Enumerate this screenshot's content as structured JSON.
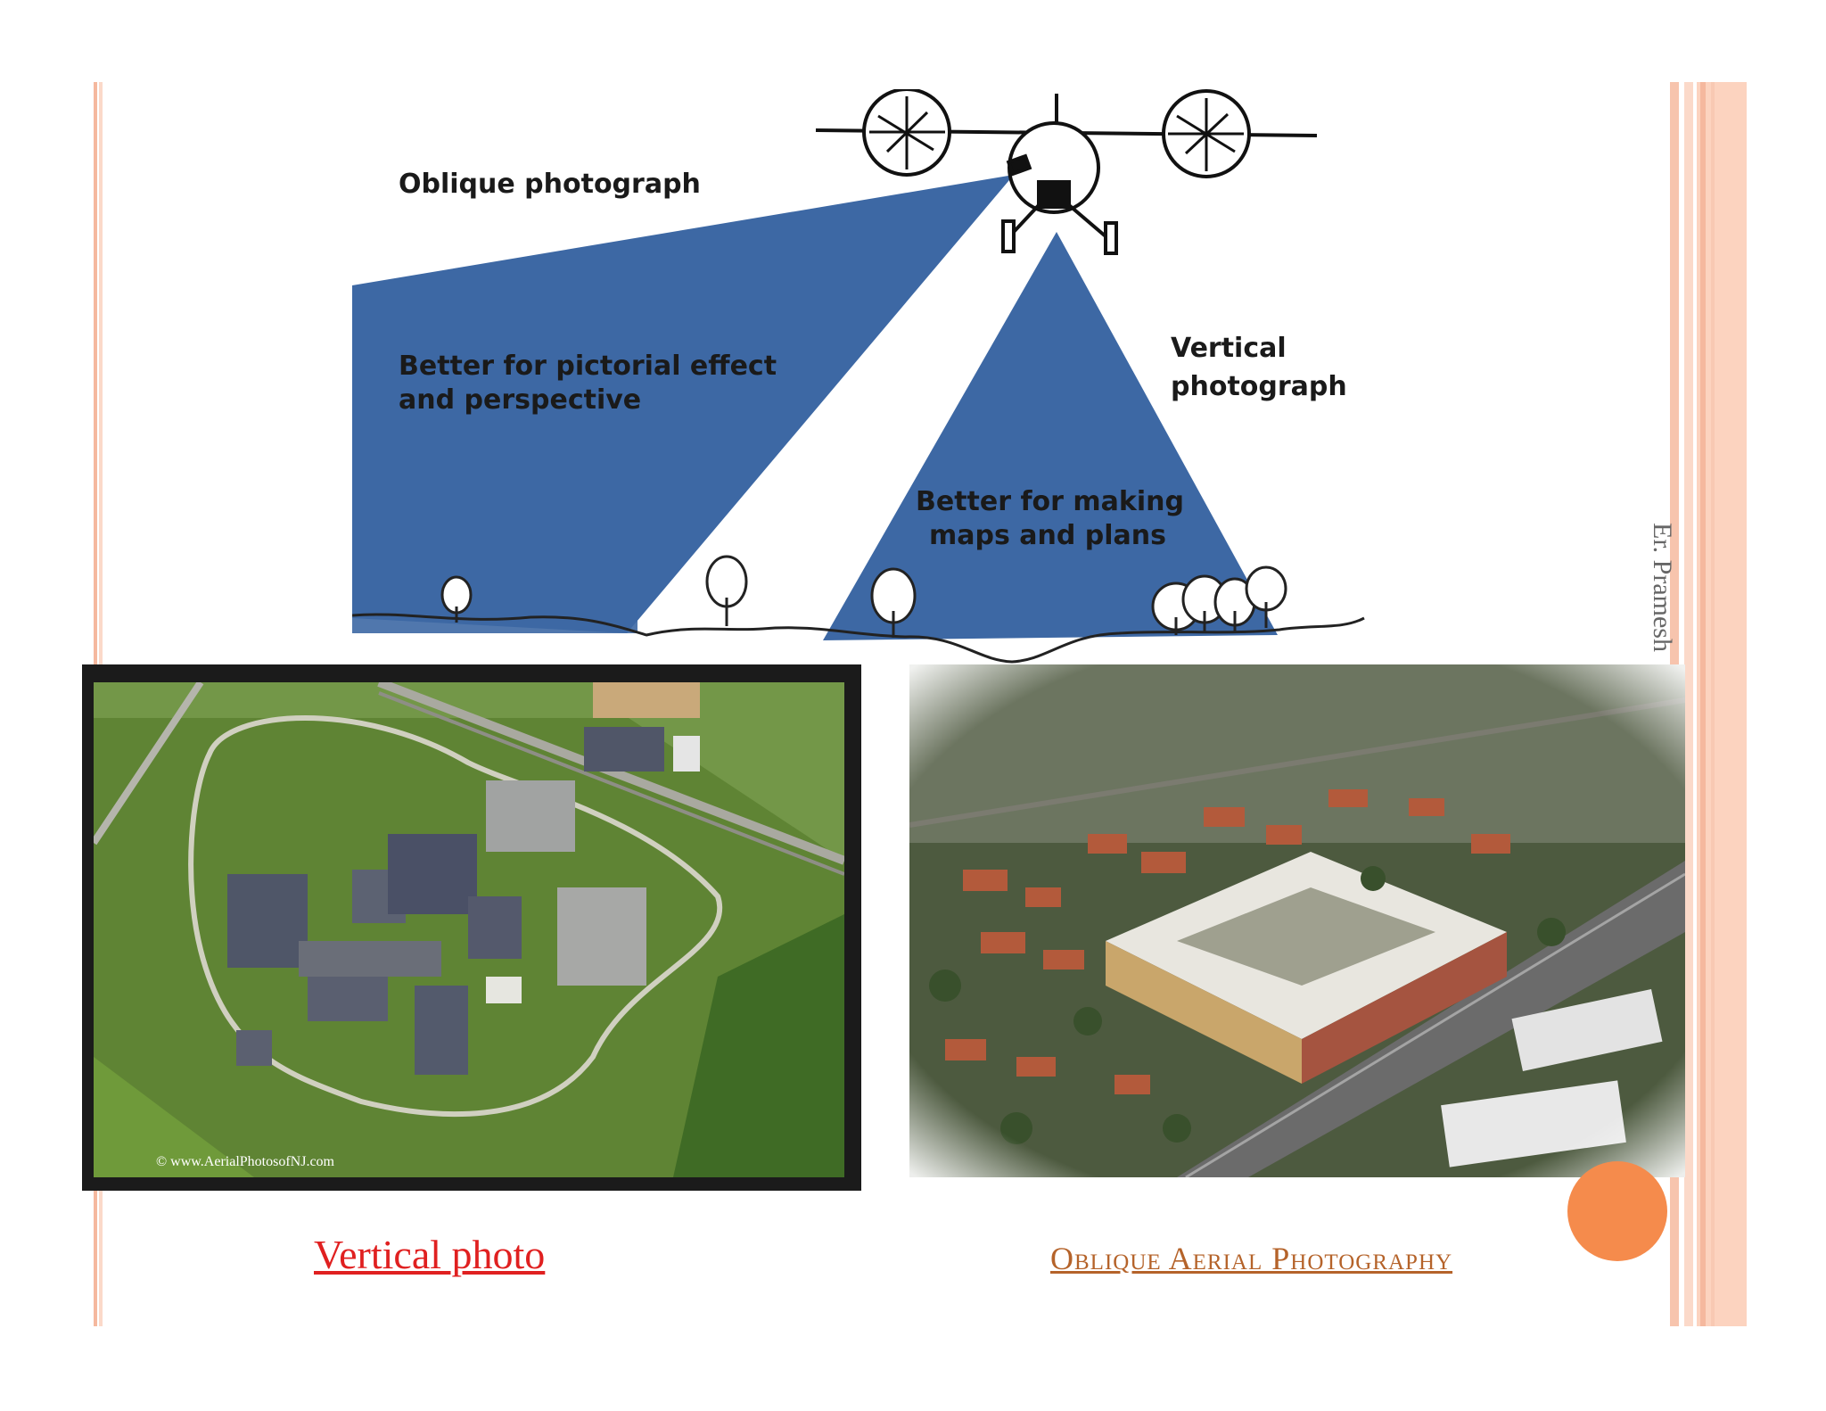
{
  "diagram": {
    "oblique_label": "Oblique photograph",
    "oblique_desc_line1": "Better for pictorial effect",
    "oblique_desc_line2": "and perspective",
    "vertical_label_line1": "Vertical",
    "vertical_label_line2": "photograph",
    "vertical_desc_line1": "Better for making",
    "vertical_desc_line2": "maps and plans"
  },
  "photos": {
    "vertical_copyright": "© www.AerialPhotosofNJ.com"
  },
  "captions": {
    "vertical": "Vertical photo",
    "oblique": "Oblique Aerial Photography"
  },
  "side_text": "Er. Pramesh",
  "colors": {
    "beam_blue": "#3d68a4",
    "accent_orange": "#f58b4c",
    "caption_red": "#e02020",
    "caption_brown": "#b5632a"
  }
}
